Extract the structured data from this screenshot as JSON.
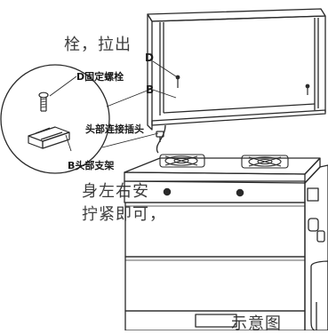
{
  "text_fragments": {
    "line1": "栓，拉出",
    "line2": "身左右安",
    "line3": "拧紧即可，",
    "line4": "示意图"
  },
  "callouts": {
    "d_bolt": "D固定螺栓",
    "head_connector": "头部连接插头",
    "b_bracket": "B头部支架",
    "letter_d": "D",
    "letter_b": "B"
  }
}
